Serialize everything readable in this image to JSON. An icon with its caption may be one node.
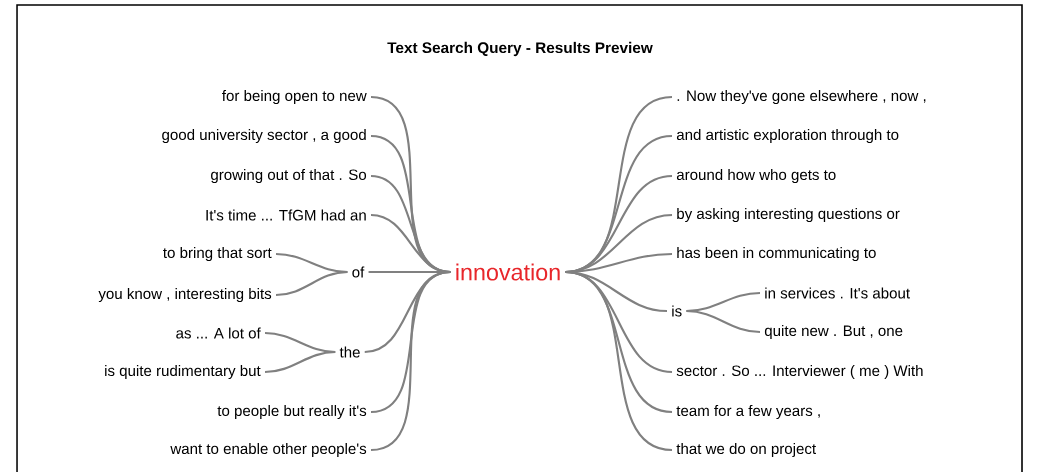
{
  "diagram": {
    "title": "Text Search Query - Results Preview",
    "nodes": [
      {
        "text": [
          "innovation"
        ]
      },
      {
        "text": [
          "for being open to new"
        ]
      },
      {
        "text": [
          "good university sector , a good"
        ]
      },
      {
        "text": [
          "growing out of that . So"
        ]
      },
      {
        "text": [
          "It's time ... TfGM had an"
        ]
      },
      {
        "text": [
          "to bring that sort"
        ]
      },
      {
        "text": [
          "you know , interesting bits"
        ]
      },
      {
        "text": [
          "of"
        ]
      },
      {
        "text": [
          "as ... A lot of"
        ]
      },
      {
        "text": [
          "is quite rudimentary but"
        ]
      },
      {
        "text": [
          "the"
        ]
      },
      {
        "text": [
          "to people but really it's"
        ]
      },
      {
        "text": [
          "want to enable other people's"
        ]
      },
      {
        "text": [
          ". Now they've gone elsewhere , now ,"
        ]
      },
      {
        "text": [
          "and artistic exploration through to"
        ]
      },
      {
        "text": [
          "around how who gets to"
        ]
      },
      {
        "text": [
          "by asking interesting questions or"
        ]
      },
      {
        "text": [
          "has been in communicating to"
        ]
      },
      {
        "text": [
          "is"
        ]
      },
      {
        "text": [
          "in services . It's about"
        ]
      },
      {
        "text": [
          "quite new . But , one"
        ]
      },
      {
        "text": [
          "sector . So ... Interviewer ( me ) With"
        ]
      },
      {
        "text": [
          "team for a few years ,"
        ]
      },
      {
        "text": [
          "that we do on project"
        ]
      }
    ],
    "edges": [
      {
        "from": 1,
        "to": 0,
        "arrow": "none"
      },
      {
        "from": 2,
        "to": 0,
        "arrow": "none"
      },
      {
        "from": 3,
        "to": 0,
        "arrow": "none"
      },
      {
        "from": 4,
        "to": 0,
        "arrow": "none"
      },
      {
        "from": 5,
        "to": 7,
        "arrow": "none"
      },
      {
        "from": 6,
        "to": 7,
        "arrow": "none"
      },
      {
        "from": 7,
        "to": 0,
        "arrow": "none"
      },
      {
        "from": 8,
        "to": 10,
        "arrow": "none"
      },
      {
        "from": 9,
        "to": 10,
        "arrow": "none"
      },
      {
        "from": 10,
        "to": 0,
        "arrow": "none"
      },
      {
        "from": 11,
        "to": 0,
        "arrow": "none"
      },
      {
        "from": 12,
        "to": 0,
        "arrow": "none"
      },
      {
        "from": 0,
        "to": 13,
        "arrow": "none"
      },
      {
        "from": 0,
        "to": 14,
        "arrow": "none"
      },
      {
        "from": 0,
        "to": 15,
        "arrow": "none"
      },
      {
        "from": 0,
        "to": 16,
        "arrow": "none"
      },
      {
        "from": 0,
        "to": 17,
        "arrow": "none"
      },
      {
        "from": 0,
        "to": 18,
        "arrow": "none"
      },
      {
        "from": 18,
        "to": 19,
        "arrow": "none"
      },
      {
        "from": 18,
        "to": 20,
        "arrow": "none"
      },
      {
        "from": 0,
        "to": 21,
        "arrow": "none"
      },
      {
        "from": 0,
        "to": 22,
        "arrow": "none"
      },
      {
        "from": 0,
        "to": 23,
        "arrow": "none"
      }
    ]
  }
}
